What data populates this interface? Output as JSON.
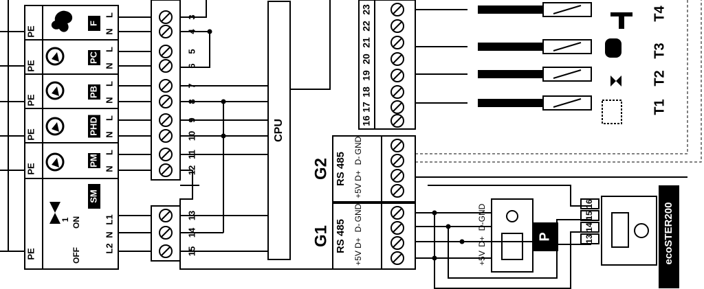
{
  "outputs": [
    {
      "code": "F",
      "pe": "PE",
      "terms": [
        "N",
        "L"
      ]
    },
    {
      "code": "PC",
      "pe": "PE",
      "terms": [
        "N",
        "L"
      ]
    },
    {
      "code": "PB",
      "pe": "PE",
      "terms": [
        "N",
        "L"
      ]
    },
    {
      "code": "PHD",
      "pe": "PE",
      "terms": [
        "N",
        "L"
      ]
    },
    {
      "code": "PM",
      "pe": "PE",
      "terms": [
        "N",
        "L"
      ]
    },
    {
      "code": "SM",
      "pe": "PE",
      "terms": [
        "L2",
        "N",
        "L1"
      ],
      "on": "ON",
      "off": "OFF",
      "one": "1"
    }
  ],
  "terminal_numbers": [
    "3",
    "4",
    "5",
    "6",
    "7",
    "8",
    "9",
    "10",
    "11",
    "12"
  ],
  "lower_terminal_numbers": [
    "13",
    "14",
    "15"
  ],
  "cpu_label": "CPU",
  "sensor_numbers": [
    "16",
    "17",
    "18",
    "19",
    "20",
    "21",
    "22",
    "23"
  ],
  "sensors": [
    "T1",
    "T2",
    "T3",
    "T4"
  ],
  "ports": [
    {
      "name": "G2",
      "bus": "RS 485",
      "pins": [
        "GND",
        "D-",
        "D+",
        "+5V"
      ]
    },
    {
      "name": "G1",
      "bus": "RS 485",
      "pins": [
        "GND",
        "D-",
        "D+",
        "+5V"
      ]
    }
  ],
  "panel": {
    "label": "P",
    "pins": [
      "GND",
      "D-",
      "D+",
      "+5V"
    ]
  },
  "module": {
    "name": "ecoSTER200",
    "pins": [
      "16",
      "15",
      "14",
      "13"
    ]
  }
}
